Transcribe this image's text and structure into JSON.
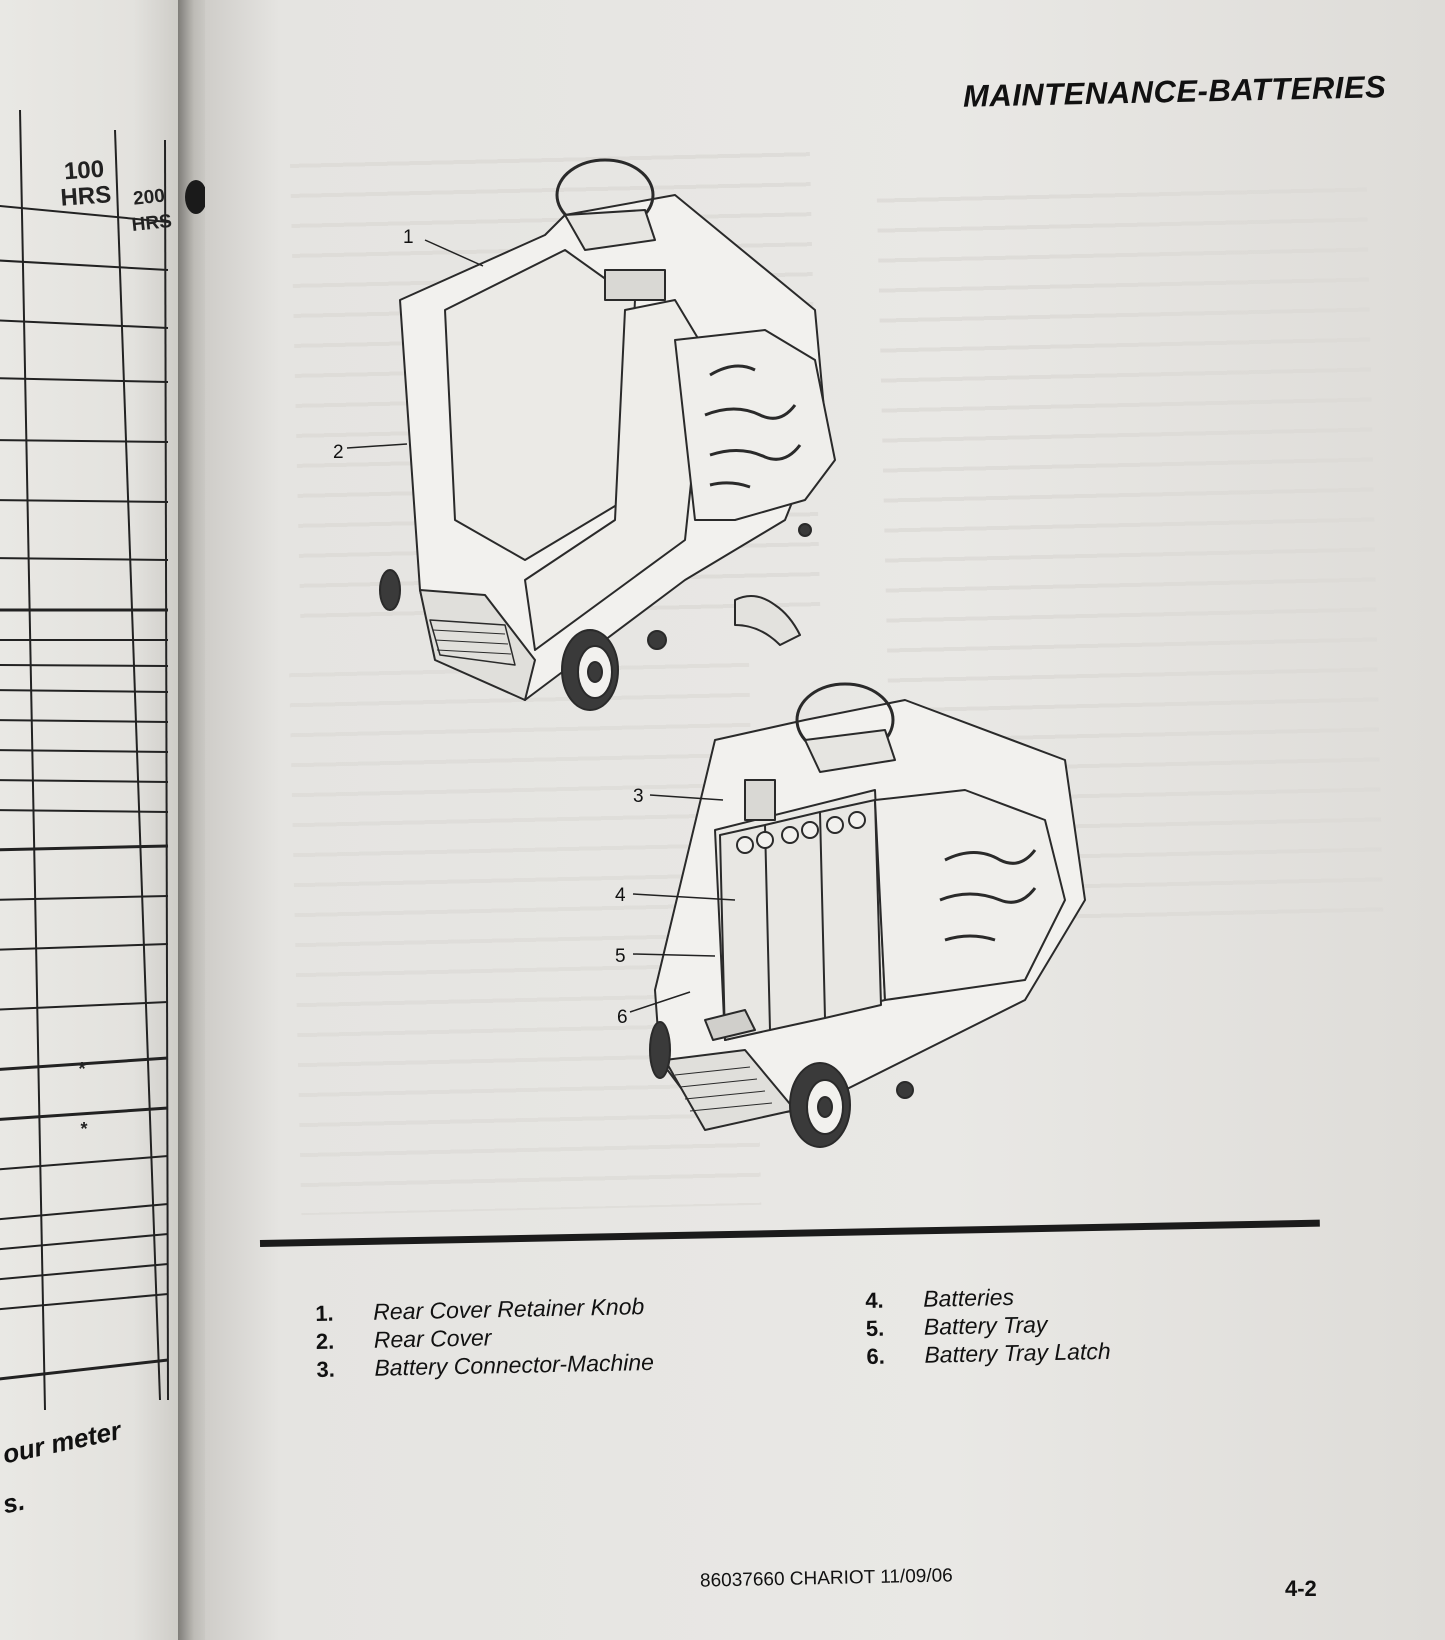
{
  "left_page": {
    "column_headers": [
      "100 HRS",
      "200 HRS"
    ],
    "asterisks": [
      "*",
      "*"
    ],
    "footer_fragments": [
      "our meter",
      "s."
    ]
  },
  "right_page": {
    "header_title": "MAINTENANCE-BATTERIES",
    "callout_numbers": [
      "1",
      "2",
      "3",
      "4",
      "5",
      "6"
    ],
    "legend": [
      {
        "num": "1.",
        "label": "Rear Cover Retainer Knob"
      },
      {
        "num": "2.",
        "label": "Rear Cover"
      },
      {
        "num": "3.",
        "label": "Battery Connector-Machine"
      },
      {
        "num": "4.",
        "label": "Batteries"
      },
      {
        "num": "5.",
        "label": "Battery Tray"
      },
      {
        "num": "6.",
        "label": "Battery Tray Latch"
      }
    ],
    "footer_doc": "86037660 CHARIOT 11/09/06",
    "footer_page": "4-2"
  }
}
